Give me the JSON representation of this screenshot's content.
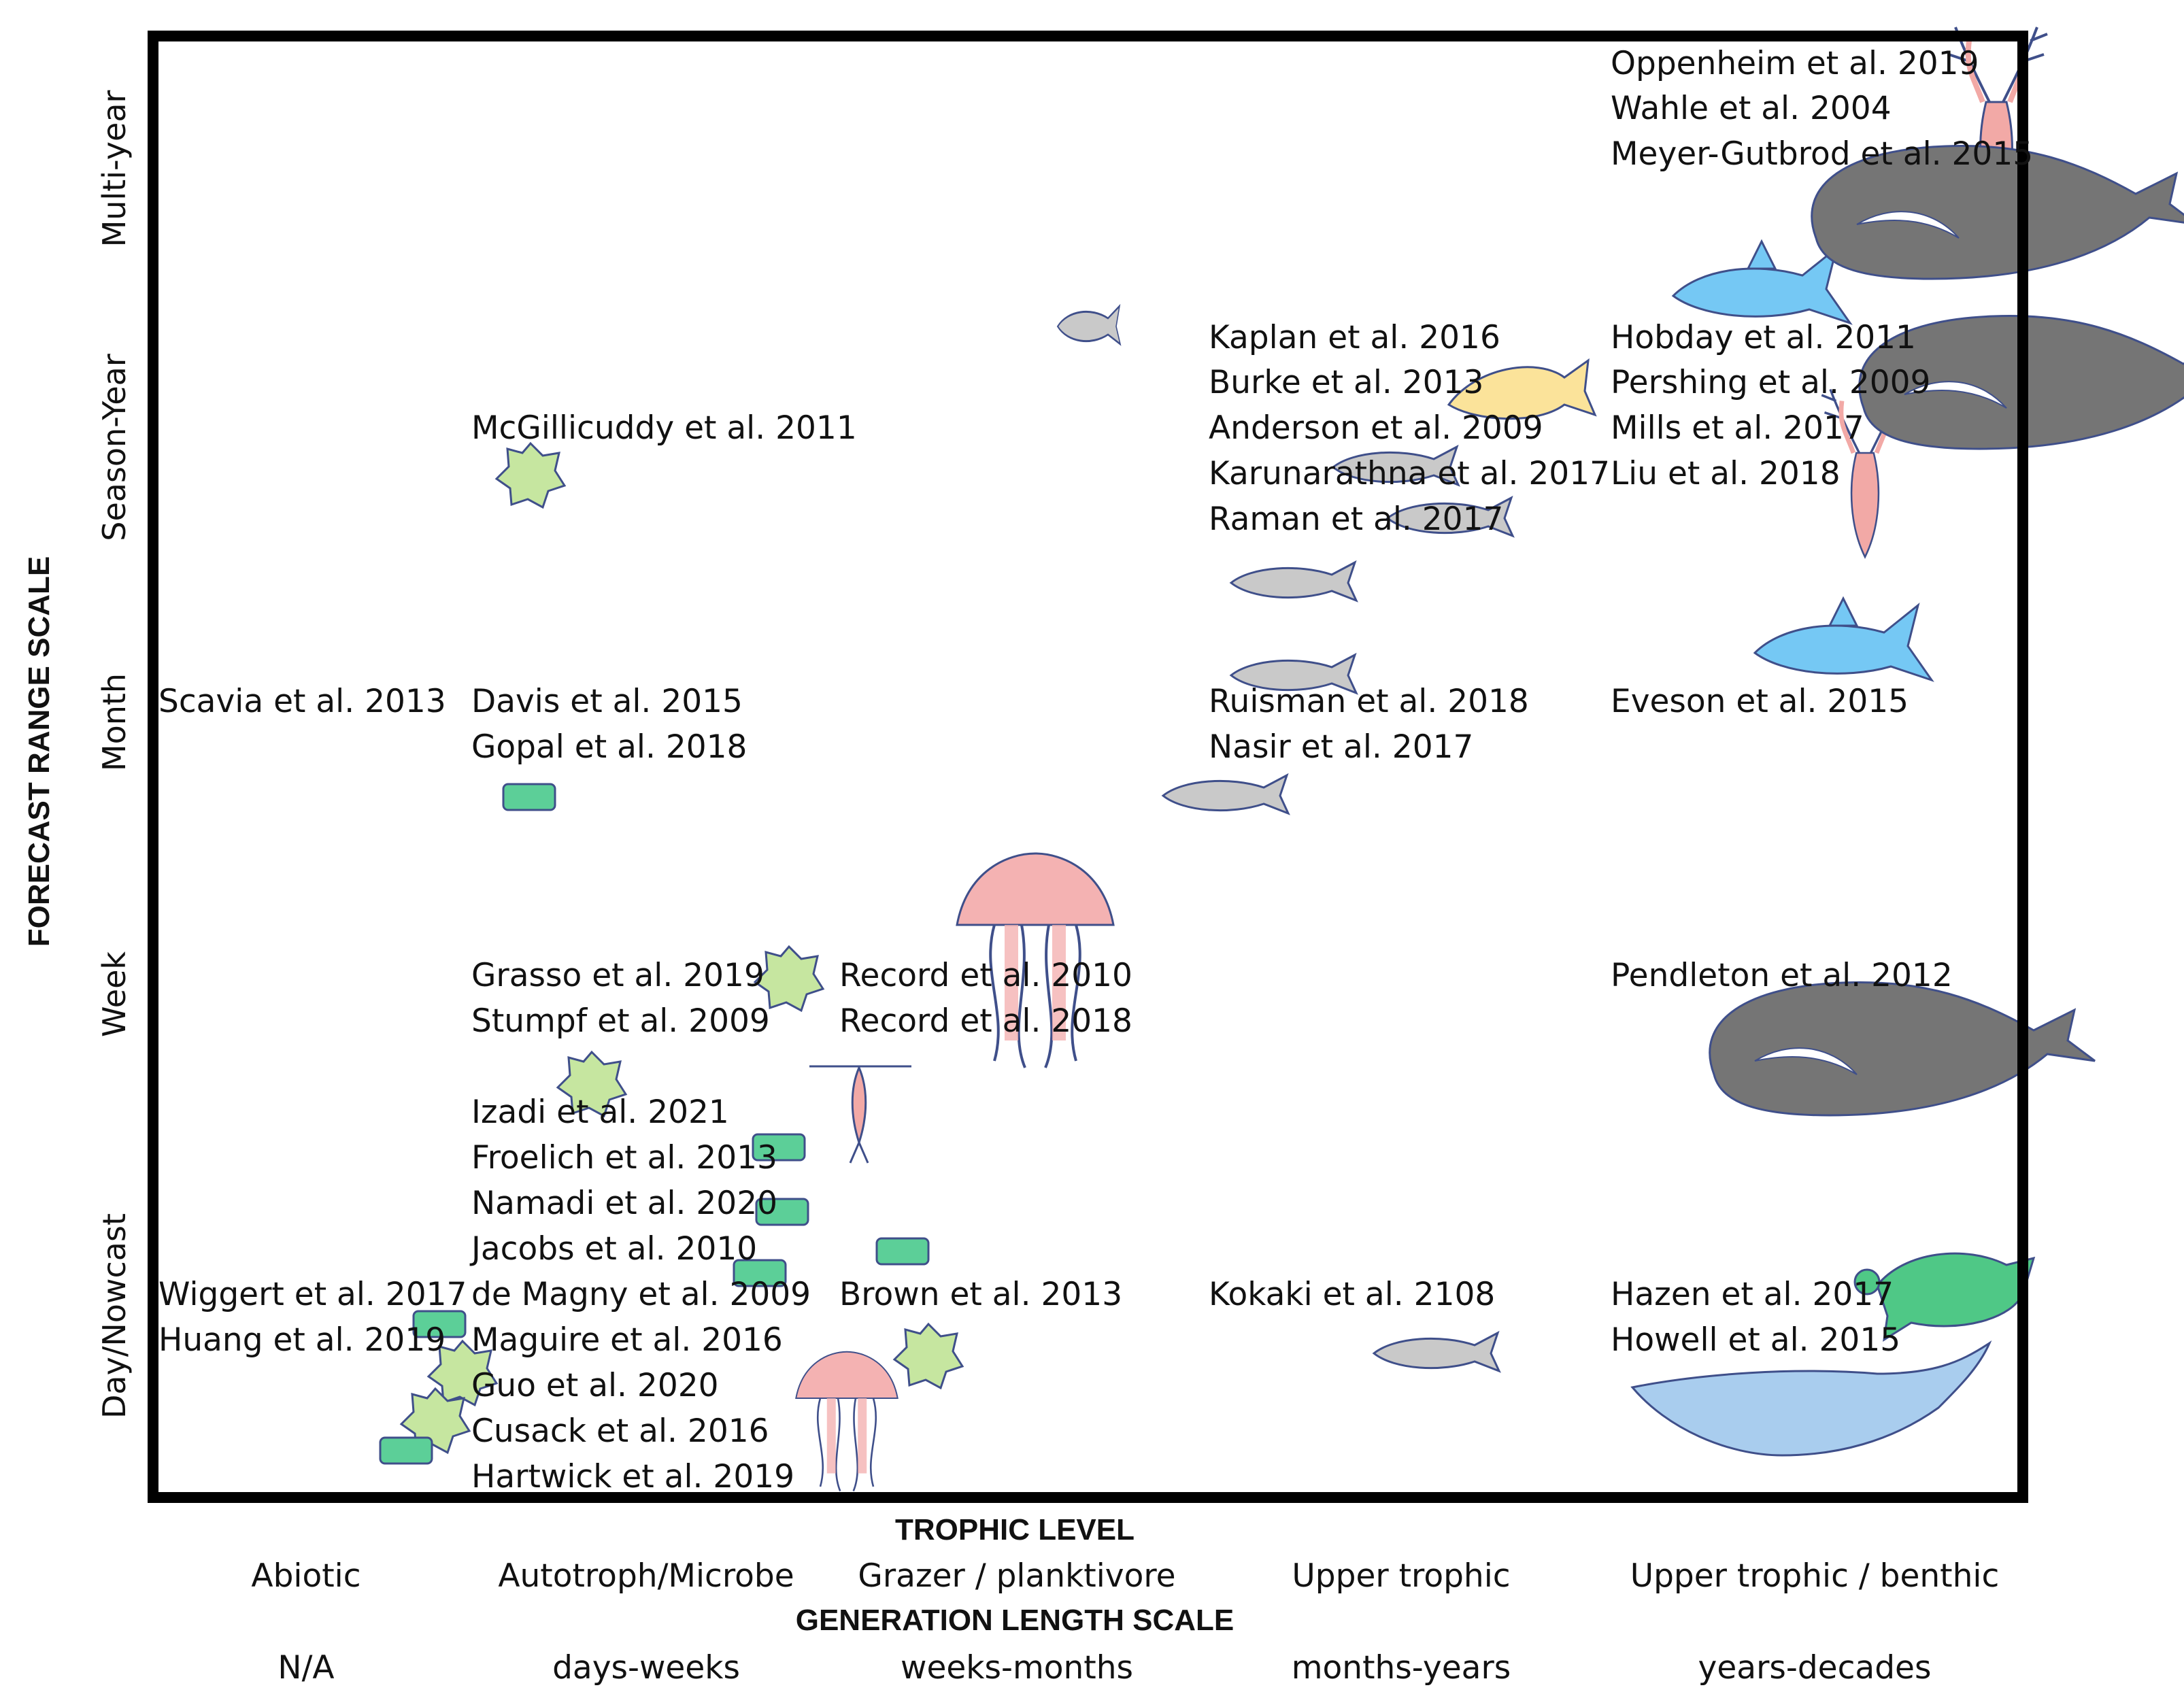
{
  "y_axis": {
    "title": "FORECAST RANGE SCALE",
    "levels": [
      "Day/Nowcast",
      "Week",
      "Month",
      "Season-Year",
      "Multi-year"
    ]
  },
  "x_axis": {
    "title": "TROPHIC LEVEL",
    "categories": [
      "Abiotic",
      "Autotroph/Microbe",
      "Grazer / planktivore",
      "Upper trophic",
      "Upper trophic / benthic"
    ],
    "second_title": "GENERATION LENGTH SCALE",
    "second_categories": [
      "N/A",
      "days-weeks",
      "weeks-months",
      "months-years",
      "years-decades"
    ]
  },
  "citations": {
    "c1": "Oppenheim et al. 2019",
    "c2": "Wahle et al. 2004",
    "c3": "Meyer-Gutbrod et al. 2015",
    "c4": "Kaplan et al. 2016",
    "c5": "Burke et al. 2013",
    "c6": "Anderson et al. 2009",
    "c7": "Karunarathna et al. 2017",
    "c8": "Raman et al. 2017",
    "c9": "Hobday et al. 2011",
    "c10": "Pershing et al. 2009",
    "c11": "Mills et al. 2017",
    "c12": "Liu et al. 2018",
    "c13": "McGillicuddy et al. 2011",
    "c14": "Scavia et al. 2013",
    "c15": "Davis et al. 2015",
    "c16": "Gopal et al. 2018",
    "c17": "Ruisman et al. 2018",
    "c18": "Nasir et al. 2017",
    "c19": "Eveson et al. 2015",
    "c20": "Grasso et al. 2019",
    "c21": "Stumpf et al. 2009",
    "c22": "Record et al. 2010",
    "c23": "Record et al. 2018",
    "c24": "Pendleton et al. 2012",
    "c25": "Izadi et al. 2021",
    "c26": "Froelich et al. 2013",
    "c27": "Namadi et al. 2020",
    "c28": "Jacobs et al. 2010",
    "c29": "Wiggert et al. 2017",
    "c30": "de Magny et al. 2009",
    "c31": "Brown et al. 2013",
    "c32": "Kokaki et al. 2108",
    "c33": "Hazen et al. 2017",
    "c34": "Huang et al. 2019",
    "c35": "Maguire et al. 2016",
    "c36": "Howell et al. 2015",
    "c37": "Guo et al. 2020",
    "c38": "Cusack et al. 2016",
    "c39": "Hartwick et al. 2019"
  },
  "icons": [
    "plankton-icon",
    "algae-cell-icon",
    "jellyfish-icon",
    "copepod-icon",
    "fish-icon",
    "salmon-icon",
    "tuna-icon",
    "lobster-icon",
    "right-whale-icon",
    "sea-turtle-icon",
    "blue-whale-icon"
  ],
  "colors": {
    "frame": "#000000",
    "plankton_fill": "#c6e6a0",
    "algae_fill": "#5ccf98",
    "jelly_fill": "#f4b2b2",
    "fish_fill": "#c9c9c9",
    "salmon_fill": "#fbe39a",
    "tuna_fill": "#75c8f4",
    "lobster_fill": "#f2a9a6",
    "whale_fill": "#757575",
    "turtle_fill": "#4fc886",
    "blue_whale_fill": "#a9cdee",
    "outline": "#3f4f8a"
  }
}
